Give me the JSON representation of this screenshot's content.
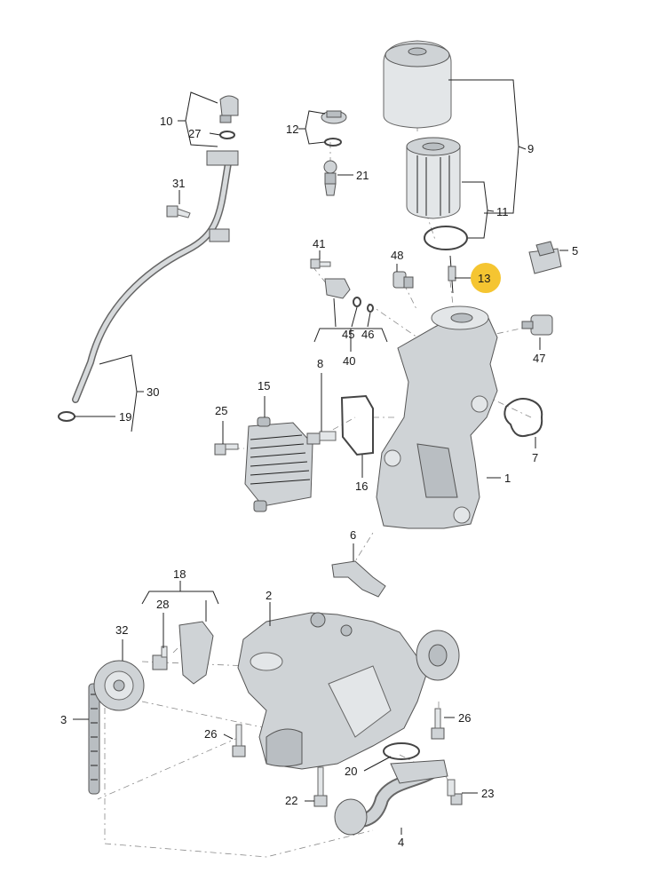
{
  "labels": {
    "l1": "1",
    "l2": "2",
    "l3": "3",
    "l4": "4",
    "l5": "5",
    "l6": "6",
    "l7": "7",
    "l8": "8",
    "l9": "9",
    "l10": "10",
    "l11": "11",
    "l12": "12",
    "l13": "13",
    "l15": "15",
    "l16": "16",
    "l18": "18",
    "l19": "19",
    "l20": "20",
    "l21": "21",
    "l22": "22",
    "l23": "23",
    "l25": "25",
    "l26a": "26",
    "l26b": "26",
    "l27": "27",
    "l28": "28",
    "l30": "30",
    "l31": "31",
    "l32": "32",
    "l40": "40",
    "l41": "41",
    "l45": "45",
    "l46": "46",
    "l47": "47",
    "l48": "48"
  },
  "colors": {
    "highlight": "#f5c531",
    "part_fill": "#cfd3d6",
    "leader": "#222222"
  }
}
